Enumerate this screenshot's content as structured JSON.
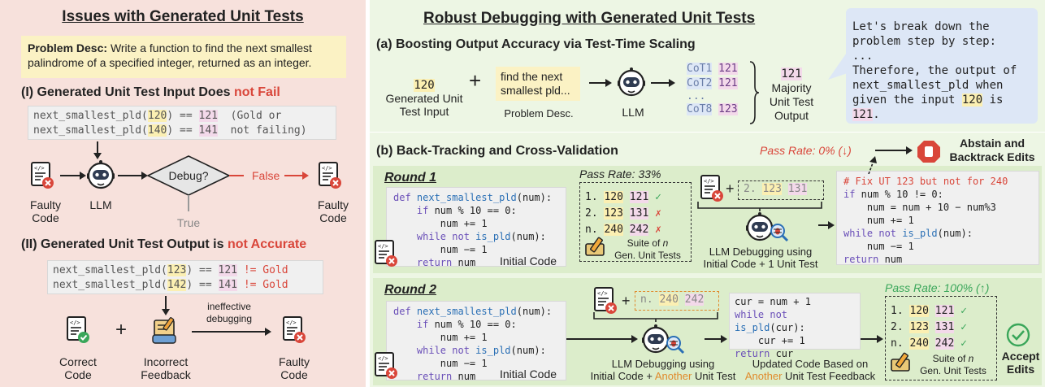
{
  "left": {
    "title": "Issues with Generated Unit Tests",
    "problem_label": "Problem Desc:",
    "problem_text": "Write a function to find the next smallest palindrome of a specified integer, returned as an integer.",
    "section1_prefix": "(I) Generated Unit Test Input Does ",
    "section1_highlight": "not Fail",
    "s1_code": [
      {
        "call": "next_smallest_pld(",
        "arg": "120",
        "eq": ") == ",
        "res": "121",
        "note": "(Gold or"
      },
      {
        "call": "next_smallest_pld(",
        "arg": "140",
        "eq": ") == ",
        "res": "141",
        "note": "not failing)"
      }
    ],
    "faulty_code_label": "Faulty Code",
    "llm_label": "LLM",
    "debug_label": "Debug?",
    "false_label": "False",
    "true_label": "True",
    "faulty_code_label2": "Faulty Code",
    "section2_prefix": "(II) Generated Unit Test Output is ",
    "section2_highlight": "not Accurate",
    "s2_code": [
      {
        "call": "next_smallest_pld(",
        "arg": "123",
        "eq": ") == ",
        "res": "121",
        "note": "!= Gold"
      },
      {
        "call": "next_smallest_pld(",
        "arg": "142",
        "eq": ") == ",
        "res": "141",
        "note": "!= Gold"
      }
    ],
    "correct_code_label": "Correct Code",
    "incorrect_feedback_label": "Incorrect Feedback",
    "ineffective_label": "ineffective debugging",
    "faulty_code_label3": "Faulty Code",
    "plus": "+"
  },
  "right": {
    "title": "Robust Debugging with Generated Unit Tests",
    "part_a": "(a) Boosting Output Accuracy via Test-Time Scaling",
    "input_value": "120",
    "input_label": "Generated Unit Test Input",
    "plus": "+",
    "problem_snippet": "find the next smallest pld...",
    "problem_label": "Problem Desc.",
    "llm_label": "LLM",
    "cots": [
      {
        "name": "CoT1",
        "value": "121"
      },
      {
        "name": "CoT2",
        "value": "121"
      },
      {
        "name": "...",
        "value": ""
      },
      {
        "name": "CoT8",
        "value": "123"
      }
    ],
    "majority_value": "121",
    "majority_label": "Majority Unit Test Output",
    "bubble_lines": [
      "Let's break down the",
      "problem step by step:",
      "...",
      "Therefore, the output of",
      "next_smallest_pld when",
      "given the input ",
      "120",
      " is",
      "121",
      "."
    ],
    "part_b": "(b) Back-Tracking and Cross-Validation",
    "pass_rate_zero": "Pass Rate: 0% (↓)",
    "abstain_label": "Abstain and Backtrack Edits",
    "round1": "Round 1",
    "round2": "Round 2",
    "initial_code_label": "Initial Code",
    "initial_code_label2": "Initial Code",
    "pass_rate_33": "Pass Rate: 33%",
    "suite1": [
      {
        "idx": "1.",
        "in": "120",
        "out": "121",
        "mark": "✓"
      },
      {
        "idx": "2.",
        "in": "123",
        "out": "131",
        "mark": "✗"
      },
      {
        "idx": "n.",
        "in": "240",
        "out": "242",
        "mark": "✗"
      }
    ],
    "suite_label_1": "Suite of ",
    "suite_label_n": "n",
    "suite_label_2": "Gen. Unit Tests",
    "r1_test": {
      "idx": "2.",
      "in": "123",
      "out": "131"
    },
    "r1_debug_label": "LLM Debugging using Initial Code + 1 Unit Test",
    "r1_fixed_code": [
      "# Fix UT 123 but not for 240",
      "if num % 10 != 0:",
      "    num = num + 10 − num%3",
      "    num += 1",
      "while not is_pld(num):",
      "    num −= 1",
      "return num"
    ],
    "r2_test": {
      "idx": "n.",
      "in": "240",
      "out": "242"
    },
    "r2_debug_1": "LLM Debugging using",
    "r2_debug_2a": "Initial Code + ",
    "r2_debug_2b": "Another",
    "r2_debug_2c": " Unit Test",
    "r2_code": [
      "cur = num + 1",
      "while not is_pld(cur):",
      "    cur += 1",
      "return cur"
    ],
    "updated_1": "Updated Code Based on",
    "updated_2a": "Another",
    "updated_2b": " Unit Test Feedback",
    "pass_rate_100": "Pass Rate: 100% (↑)",
    "suite2": [
      {
        "idx": "1.",
        "in": "120",
        "out": "121",
        "mark": "✓"
      },
      {
        "idx": "2.",
        "in": "123",
        "out": "131",
        "mark": "✓"
      },
      {
        "idx": "n.",
        "in": "240",
        "out": "242",
        "mark": "✓"
      }
    ],
    "accept_label": "Accept Edits",
    "initial_code": [
      "def next_smallest_pld(num):",
      "    if num % 10 == 0:",
      "        num += 1",
      "    while not is_pld(num):",
      "        num −= 1",
      "    return num"
    ]
  },
  "colors": {
    "left_bg": "#f7e1dc",
    "right_bg": "#edf6e4",
    "accent_red": "#d9463a",
    "accent_orange": "#e08a2c",
    "highlight_yellow": "#fbefb2",
    "highlight_pink": "#f3d9ea",
    "bubble_blue": "#dde7f6"
  }
}
